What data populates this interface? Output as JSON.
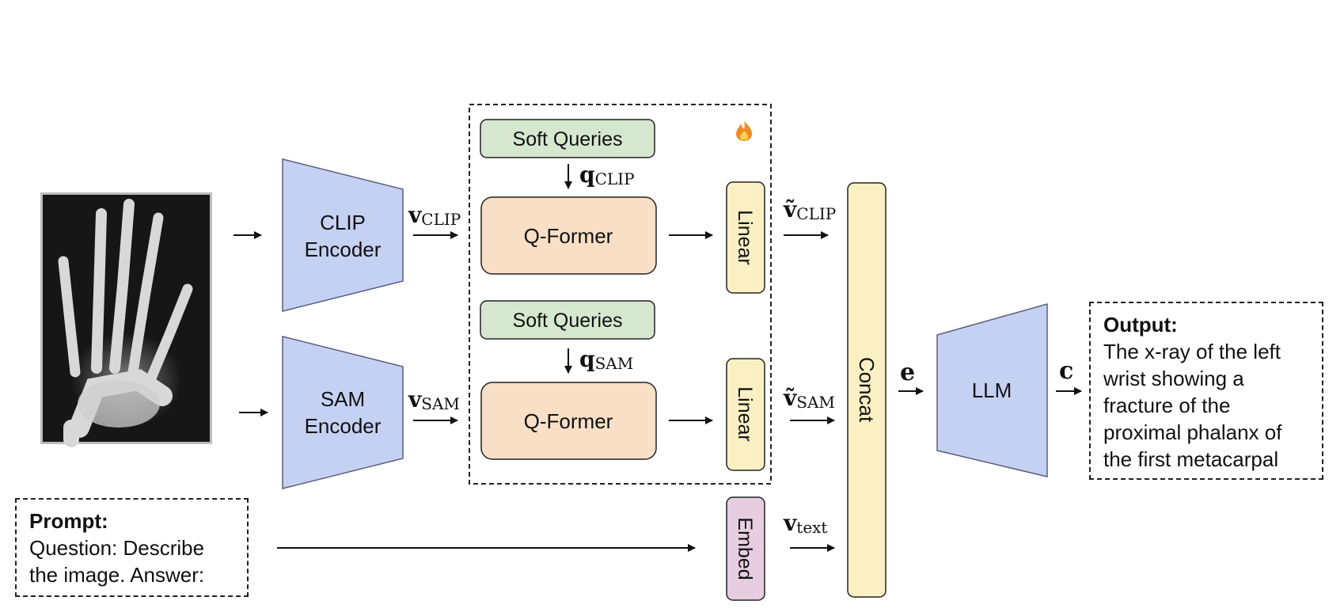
{
  "colors": {
    "encoder": "#c5d1f3",
    "encoder_stroke": "#5a5f7a",
    "soft_queries": "#d6e7cf",
    "qformer": "#f8dfc5",
    "linear": "#fbf0c4",
    "embed": "#e7cde0",
    "concat": "#fbf0c4",
    "llm": "#c5d1f3",
    "stroke": "#222222"
  },
  "icons": {
    "trainable": "fire-icon"
  },
  "image": {
    "description_icon": "xray-hand-image"
  },
  "encoders": {
    "clip": {
      "line1": "CLIP",
      "line2": "Encoder"
    },
    "sam": {
      "line1": "SAM",
      "line2": "Encoder"
    }
  },
  "modules": {
    "soft_queries_top": "Soft Queries",
    "soft_queries_bottom": "Soft Queries",
    "qformer_top": "Q-Former",
    "qformer_bottom": "Q-Former",
    "linear_top": "Linear",
    "linear_bottom": "Linear",
    "embed": "Embed",
    "concat": "Concat",
    "llm": "LLM"
  },
  "symbols": {
    "v_clip": {
      "base": "v",
      "sub": "CLIP"
    },
    "v_sam": {
      "base": "v",
      "sub": "SAM"
    },
    "q_clip": {
      "base": "q",
      "sub": "CLIP"
    },
    "q_sam": {
      "base": "q",
      "sub": "SAM"
    },
    "vt_clip": {
      "base": "ṽ",
      "sub": "CLIP"
    },
    "vt_sam": {
      "base": "ṽ",
      "sub": "SAM"
    },
    "v_text": {
      "base": "v",
      "sub": "text"
    },
    "e": "e",
    "c": "c"
  },
  "prompt": {
    "heading": "Prompt:",
    "line1": "Question: Describe",
    "line2": "the image. Answer:"
  },
  "output": {
    "heading": "Output:",
    "line1": "The x-ray of the left",
    "line2": "wrist showing a",
    "line3": "fracture of the",
    "line4": "proximal phalanx of",
    "line5": "the first metacarpal"
  }
}
